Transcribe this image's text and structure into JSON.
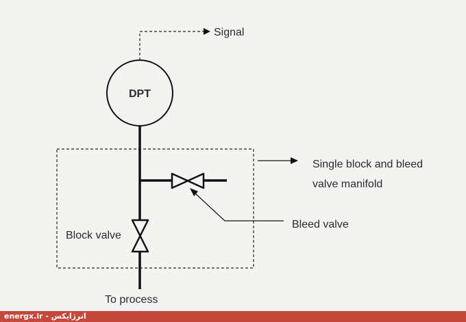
{
  "labels": {
    "signal": "Signal",
    "dpt": "DPT",
    "manifold_line1": "Single block and bleed",
    "manifold_line2": "valve manifold",
    "bleed_valve": "Bleed valve",
    "block_valve": "Block valve",
    "to_process": "To process"
  },
  "footer": {
    "text": "energx.ir - انرژایکس",
    "color": "#c4493c"
  },
  "colors": {
    "background": "#f3f3f1",
    "line": "#111111",
    "text": "#2b2b2b"
  }
}
